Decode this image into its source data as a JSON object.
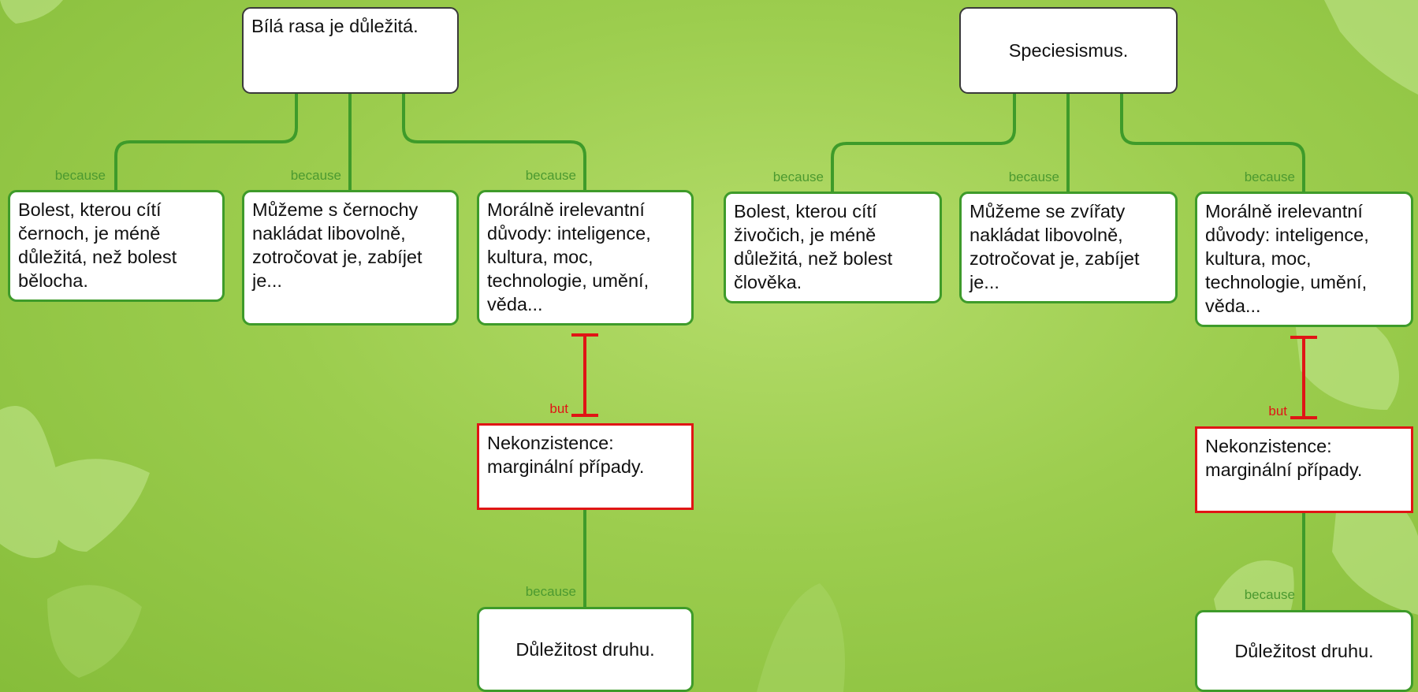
{
  "left_map": {
    "claim": "Bílá rasa je důležitá.",
    "premises": [
      "Bolest, kterou cítí černoch, je méně důležitá, než bolest bělocha.",
      "Můžeme s černochy nakládat libovolně, zotročovat je, zabíjet je...",
      "Morálně irelevantní důvody: inteligence, kultura, moc, technologie, umění, věda..."
    ],
    "objection": "Nekonzistence: marginální případy.",
    "reply": "Důležitost druhu."
  },
  "right_map": {
    "claim": "Speciesismus.",
    "premises": [
      "Bolest, kterou cítí živočich, je méně důležitá, než bolest člověka.",
      "Můžeme se zvířaty nakládat libovolně, zotročovat je, zabíjet je...",
      "Morálně irelevantní důvody: inteligence, kultura, moc, technologie, umění, věda..."
    ],
    "objection": "Nekonzistence: marginální případy.",
    "reply": "Důležitost druhu."
  },
  "labels": {
    "because": "because",
    "but": "but"
  },
  "colors": {
    "background": "#9ccd4e",
    "support_link": "#3e9b2a",
    "objection_link": "#e01515",
    "node_fill": "#ffffff"
  }
}
